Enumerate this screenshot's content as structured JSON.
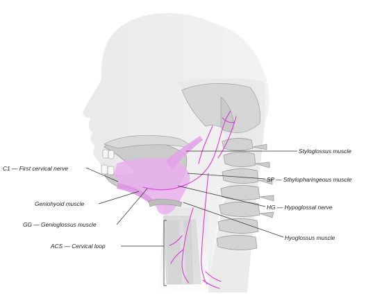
{
  "labels": {
    "styloglossus": "Styloglossus muscle",
    "stylopharyngeus": "SP — Sthylopharingeous muscle",
    "hypoglossal": "HG — Hypoglossal nerve",
    "hyoglossus": "Hyoglossus muscle",
    "c1": "C1 — First cervical nerve",
    "geniohyoid": "Geniohyoid muscle",
    "genioglossus": "GG — Genioglossus muscle",
    "cervical_loop": "ACS — Cervical loop"
  },
  "colors": {
    "head": "#e3e3e3",
    "bone": "#d2d2d2",
    "bone_outline": "#9c9c9c",
    "muscle": "#e7a9ec",
    "nerve": "#d93ad6",
    "leader": "#2a2a2a"
  }
}
